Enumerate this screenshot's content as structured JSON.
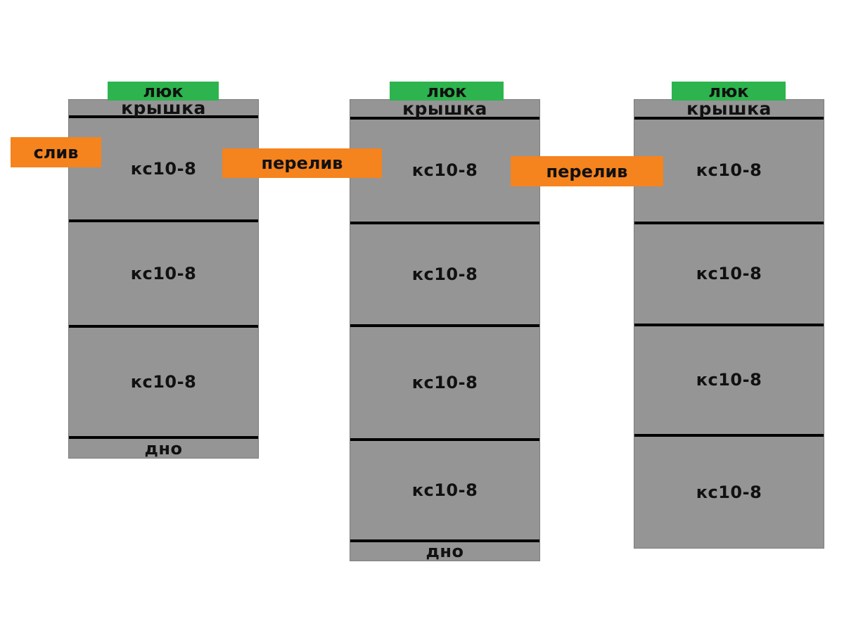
{
  "colors": {
    "ring_gray": "#959595",
    "ring_border": "#7d7d7d",
    "hatch_green": "#2db44e",
    "label_orange": "#f5831e",
    "line_black": "#000000",
    "bg": "#ffffff"
  },
  "wells": [
    {
      "hatch": "люк",
      "cover": "крышка",
      "sections": [
        "кс10-8",
        "кс10-8",
        "кс10-8"
      ],
      "bottom": "дно"
    },
    {
      "hatch": "люк",
      "cover": "крышка",
      "sections": [
        "кс10-8",
        "кс10-8",
        "кс10-8",
        "кс10-8"
      ],
      "bottom": "дно"
    },
    {
      "hatch": "люк",
      "cover": "крышка",
      "sections": [
        "кс10-8",
        "кс10-8",
        "кс10-8",
        "кс10-8"
      ]
    }
  ],
  "connectors": {
    "drain": "слив",
    "overflow_1": "перелив",
    "overflow_2": "перелив"
  }
}
